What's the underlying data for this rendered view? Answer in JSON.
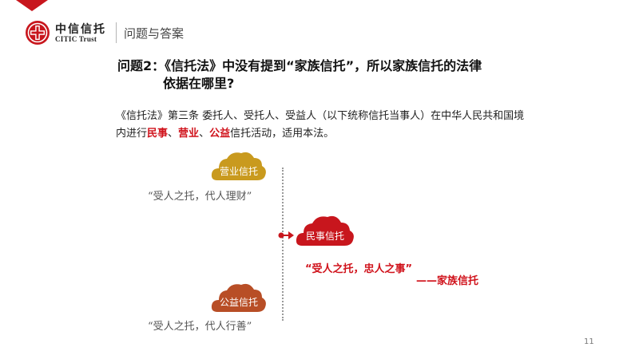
{
  "header": {
    "logo_cn": "中信信托",
    "logo_en": "CITIC Trust",
    "section_title": "问题与答案"
  },
  "question": {
    "line1": "问题2：《信托法》中没有提到“家族信托”，所以家族信托的法律",
    "line2": "依据在哪里?"
  },
  "law_text": {
    "part1": "《信托法》第三条   委托人、受托人、受益人（以下统称信托当事人）在中华人民共和国境内进行",
    "minshi": "民事",
    "sep1": "、",
    "yingye": "营业",
    "sep2": "、",
    "gongyi": "公益",
    "part2": "信托活动，适用本法。"
  },
  "clouds": {
    "yingye_label": "营业信托",
    "minshi_label": "民事信托",
    "gongyi_label": "公益信托"
  },
  "quotes": {
    "yingye": "“受人之托，代人理财”",
    "gongyi": "“受人之托，代人行善”",
    "family": "“受人之托，忠人之事”",
    "family_attribution": "——家族信托"
  },
  "footer": {
    "page_number": "11"
  },
  "colors": {
    "brand_red": "#c8161d",
    "highlight_red": "#d0121b",
    "cloud_gold": "#c99a1e",
    "cloud_red": "#c8161d",
    "cloud_rust": "#b84e26"
  }
}
